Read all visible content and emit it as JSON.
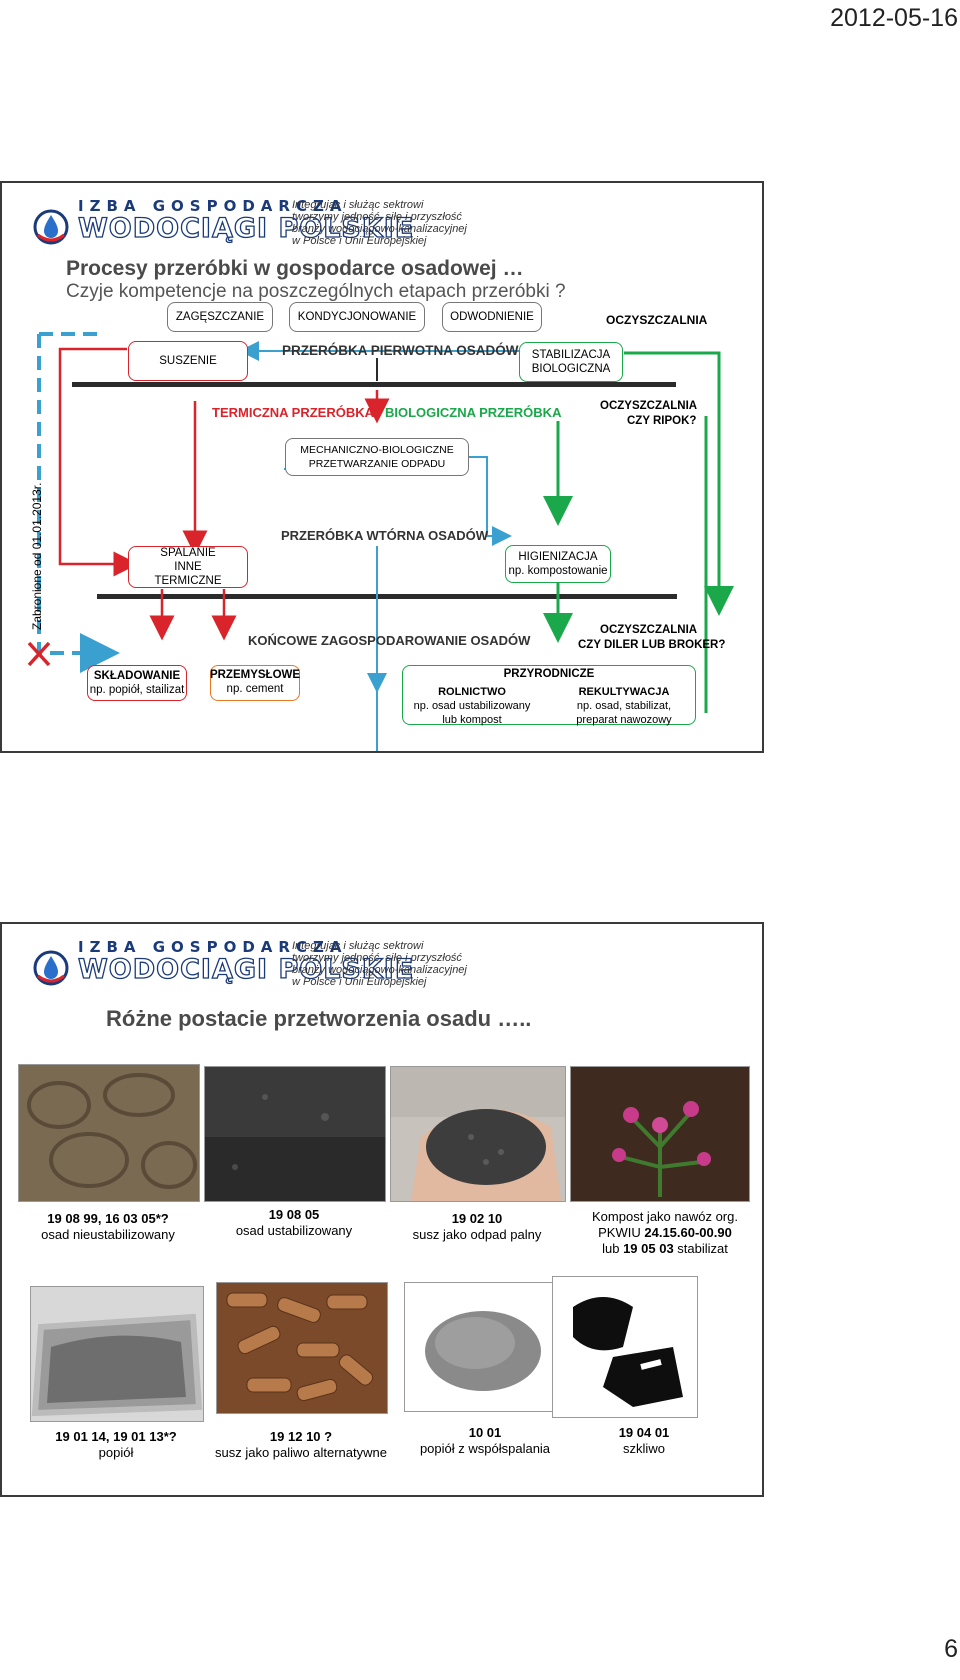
{
  "header": {
    "date": "2012-05-16",
    "page_number": "6"
  },
  "logo": {
    "line1": "IZBA GOSPODARCZA",
    "line2": "WODOCIĄGI POLSKIE",
    "tagline": [
      "Integrując i służąc sektrowi",
      "tworzymy jedność, siłę i przyszłość",
      "branży wodociągowo-kanalizacyjnej",
      "w Polsce i Unii Europejskiej"
    ]
  },
  "slide1": {
    "title": "Procesy przeróbki w gospodarce osadowej …",
    "subtitle": "Czyje kompetencje na poszczególnych etapach przeróbki ?",
    "side_label": "Zabronione od 01.01.2013r.",
    "boxes": {
      "zageszczanie": "ZAGĘSZCZANIE",
      "kondycjonowanie": "KONDYCJONOWANIE",
      "odwodnienie": "ODWODNIENIE",
      "suszenie": "SUSZENIE",
      "stabilizacja": "STABILIZACJA BIOLOGICZNA",
      "mechaniczno": "MECHANICZNO-BIOLOGICZNE PRZETWARZANIE ODPADU",
      "spalanie": "SPALANIE INNE TERMICZNE",
      "higienizacja_1": "HIGIENIZACJA",
      "higienizacja_2": "np. kompostowanie",
      "skladowanie_1": "SKŁADOWANIE",
      "skladowanie_2": "np. popiół, stailizat",
      "przemyslowe_1": "PRZEMYSŁOWE",
      "przemyslowe_2": "np. cement",
      "przyrodnicze": "PRZYRODNICZE",
      "rolnictwo_1": "ROLNICTWO",
      "rolnictwo_2": "np. osad ustabilizowany",
      "rolnictwo_3": "lub kompost",
      "rekultywacja_1": "REKULTYWACJA",
      "rekultywacja_2": "np. osad, stabilizat,",
      "rekultywacja_3": "preparat nawozowy"
    },
    "labels": {
      "oczyszczalnia": "OCZYSZCZALNIA",
      "pierwotna": "PRZERÓBKA PIERWOTNA OSADÓW",
      "termiczna": "TERMICZNA PRZERÓBKA",
      "biologiczna": "BIOLOGICZNA PRZERÓBKA",
      "ripok_1": "OCZYSZCZALNIA",
      "ripok_2": "CZY RIPOK?",
      "wtorna": "PRZERÓBKA WTÓRNA OSADÓW",
      "koncowe": "KOŃCOWE ZAGOSPODAROWANIE OSADÓW",
      "diler_1": "OCZYSZCZALNIA",
      "diler_2": "CZY DILER LUB BROKER?"
    },
    "colors": {
      "red": "#d9242b",
      "green": "#1aa84a",
      "blue": "#3aa0d0",
      "orange": "#e87722",
      "dark": "#2b2b2b"
    }
  },
  "slide2": {
    "title": "Różne postacie przetworzenia osadu …..",
    "items": [
      {
        "code": "19 08 99, 16 03 05*?",
        "desc": "osad nieustabilizowany"
      },
      {
        "code": "19 08 05",
        "desc": "osad ustabilizowany"
      },
      {
        "code": "19 02 10",
        "desc": "susz jako odpad palny"
      },
      {
        "code_pre": "Kompost jako nawóz org.",
        "code_mid_pre": "PKWIU ",
        "code_mid": "24.15.60-00.90",
        "code_end_pre": "lub ",
        "code_end": "19 05 03",
        "code_end_post": " stabilizat"
      },
      {
        "code": "19 01 14, 19 01 13*?",
        "desc": "popiół"
      },
      {
        "code": "19 12 10 ?",
        "desc": "susz jako paliwo alternatywne"
      },
      {
        "code": "10 01",
        "desc": "popiół z współspalania"
      },
      {
        "code": "19 04 01",
        "desc": "szkliwo"
      }
    ]
  }
}
